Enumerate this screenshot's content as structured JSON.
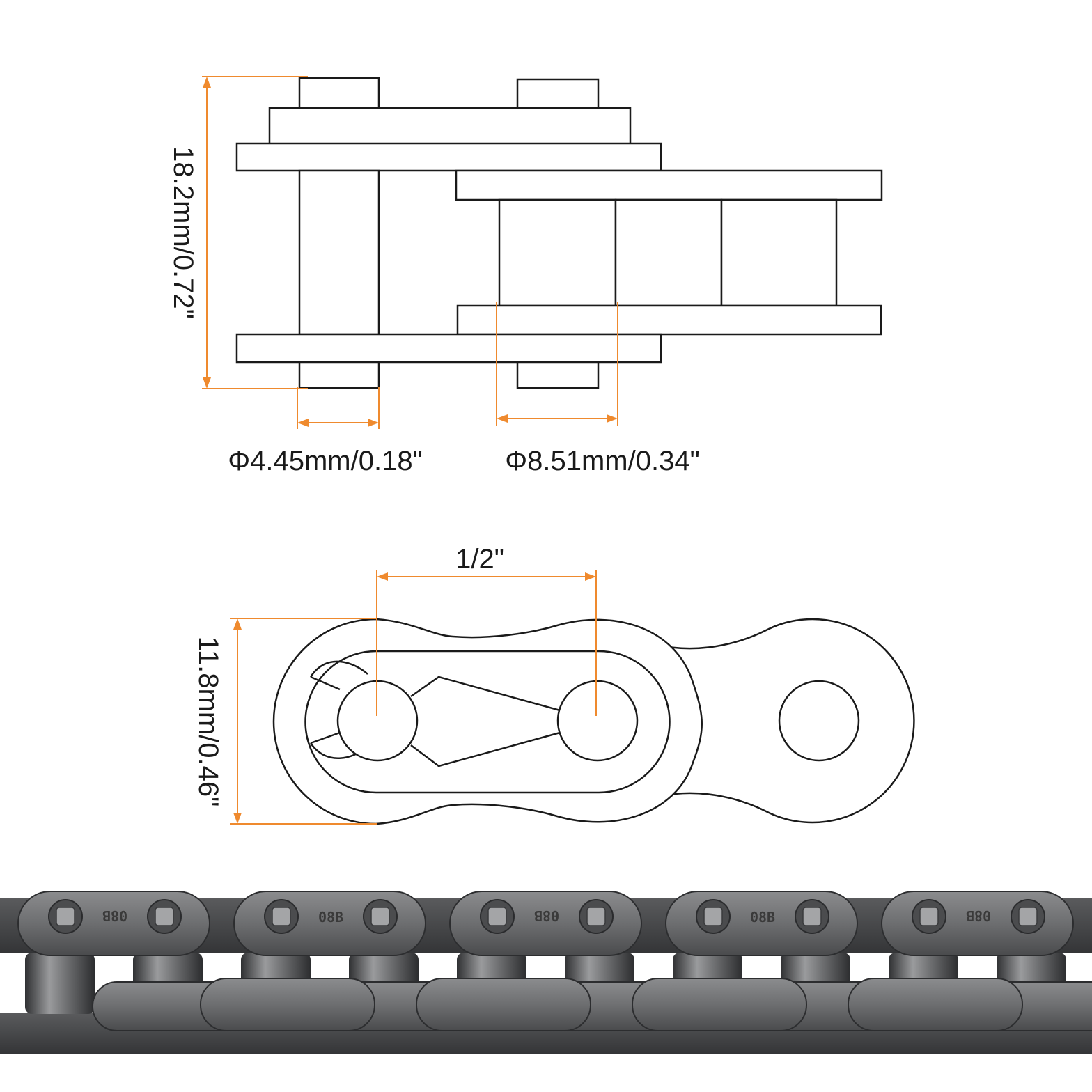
{
  "diagram": {
    "side_view": {
      "height_label": "18.2mm/0.72\"",
      "pin_diameter_label": "Φ4.45mm/0.18\"",
      "roller_diameter_label": "Φ8.51mm/0.34\""
    },
    "plate_view": {
      "pitch_label": "1/2\"",
      "plate_height_label": "11.8mm/0.46\""
    },
    "photo": {
      "plate_marking": "08B"
    }
  },
  "colors": {
    "dimension": "#ef8a2e",
    "outline": "#1a1a1a",
    "steel_dark": "#3e3f41",
    "steel_light": "#8a8b8d"
  }
}
